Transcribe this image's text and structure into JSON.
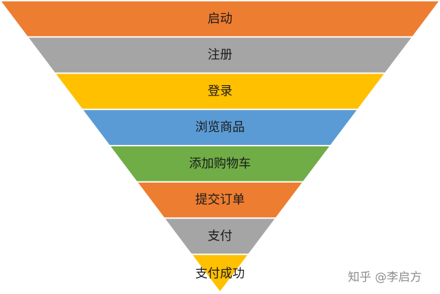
{
  "funnel": {
    "stages": [
      {
        "label": "启动",
        "color": "#ED7D31"
      },
      {
        "label": "注册",
        "color": "#A5A5A5"
      },
      {
        "label": "登录",
        "color": "#FFC000"
      },
      {
        "label": "浏览商品",
        "color": "#5B9BD5"
      },
      {
        "label": "添加购物车",
        "color": "#70AD47"
      },
      {
        "label": "提交订单",
        "color": "#ED7D31"
      },
      {
        "label": "支付",
        "color": "#A5A5A5"
      },
      {
        "label": "支付成功",
        "color": "#FFC000"
      }
    ]
  },
  "watermark": {
    "text": "知乎 @李启方"
  }
}
